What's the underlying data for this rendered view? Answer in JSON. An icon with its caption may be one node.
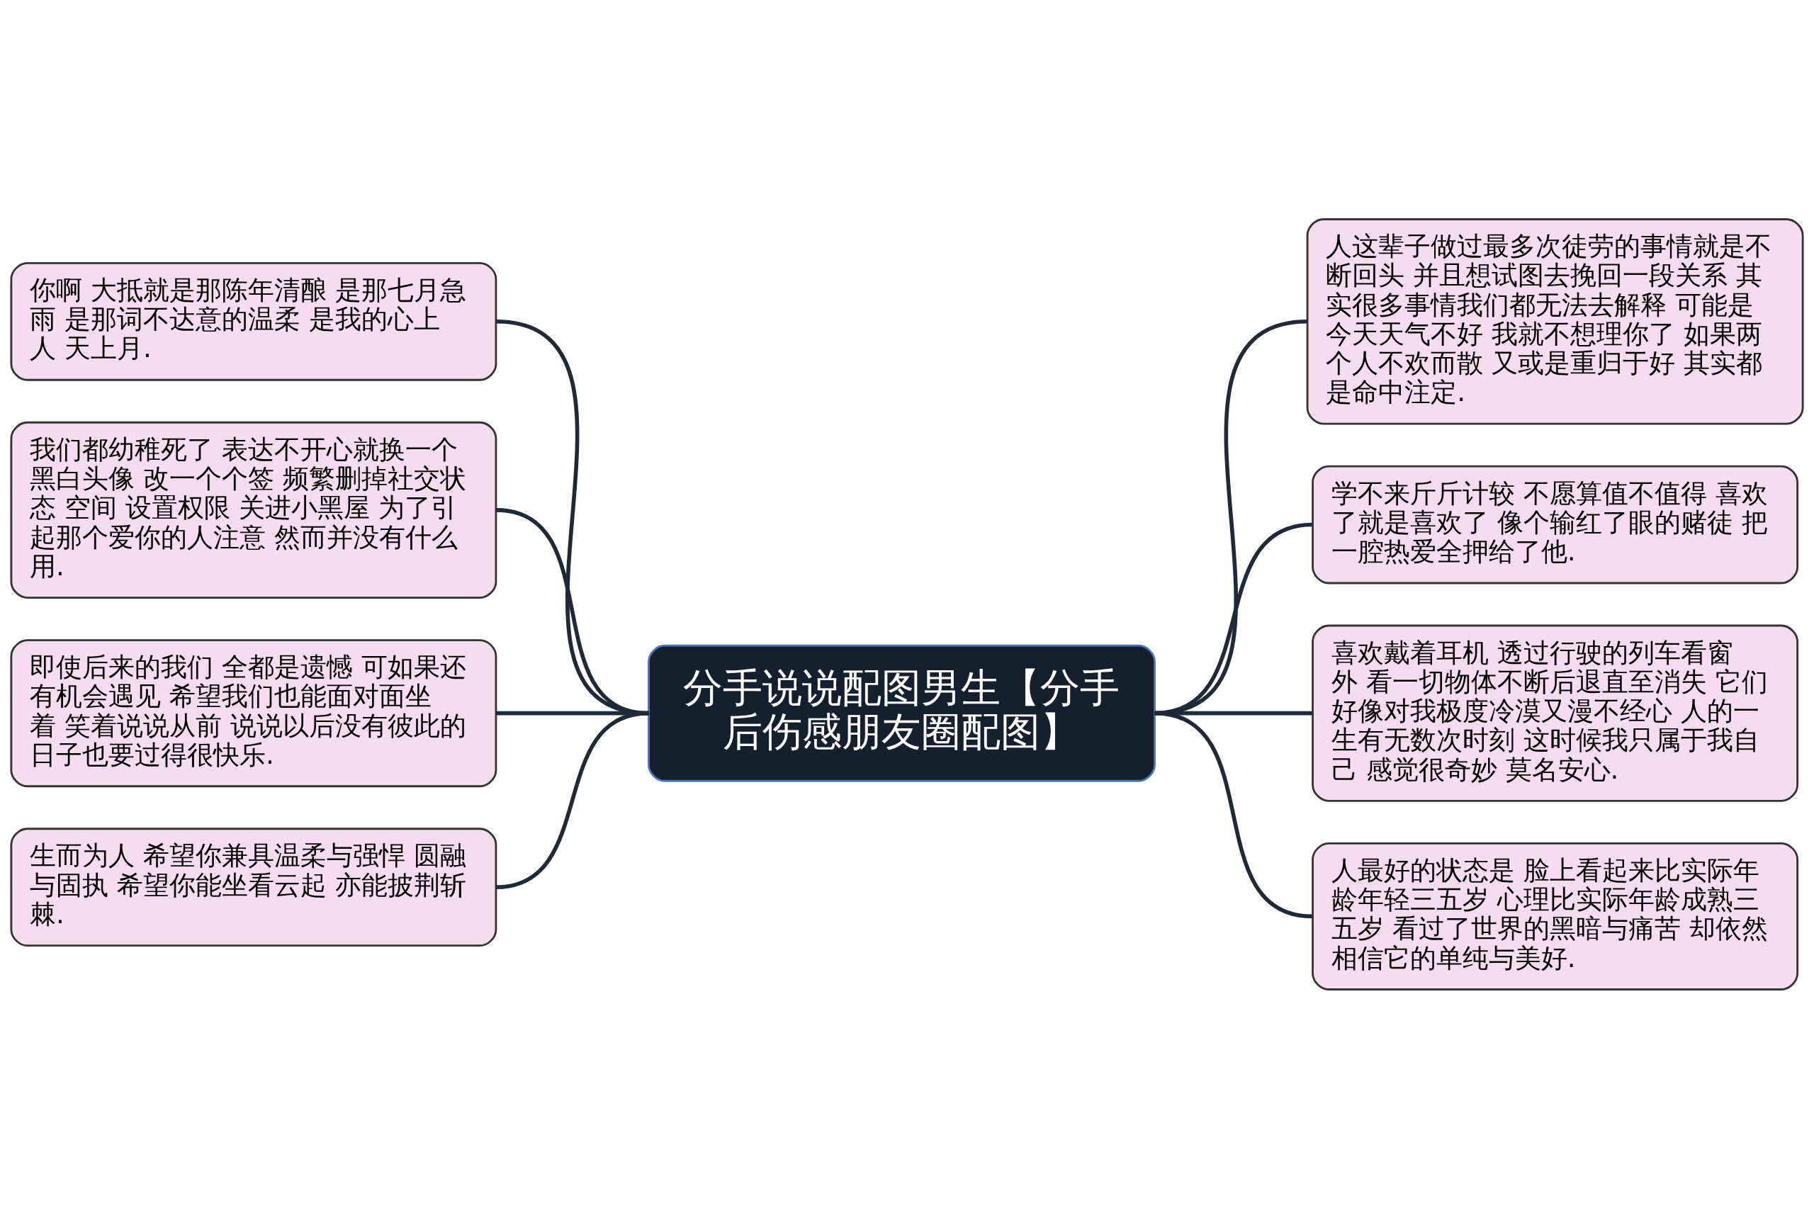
{
  "diagram": {
    "nodes": [
      {
        "text": [
          "分手说说配图男生【分手后伤感朋友圈配图】"
        ]
      },
      {
        "text": [
          "你啊 大抵就是那陈年清酿 是那七月急雨 是那词不达意的温柔 是我的心上人 天上月."
        ]
      },
      {
        "text": [
          "我们都幼稚死了 表达不开心就换一个黑白头像 改一个个签 频繁删掉社交状态 空间 设置权限 关进小黑屋 为了引起那个爱你的人注意 然而并没有什么用."
        ]
      },
      {
        "text": [
          "即使后来的我们 全都是遗憾 可如果还有机会遇见 希望我们也能面对面坐着 笑着说说从前 说说以后没有彼此的日子也要过得很快乐."
        ]
      },
      {
        "text": [
          "生而为人 希望你兼具温柔与强悍 圆融与固执 希望你能坐看云起 亦能披荆斩棘."
        ]
      },
      {
        "text": [
          "人这辈子做过最多次徒劳的事情就是不断回头 并且想试图去挽回一段关系 其实很多事情我们都无法去解释 可能是今天天气不好 我就不想理你了 如果两个人不欢而散 又或是重归于好 其实都是命中注定."
        ]
      },
      {
        "text": [
          "学不来斤斤计较 不愿算值不值得 喜欢了就是喜欢了 像个输红了眼的赌徒 把一腔热爱全押给了他."
        ]
      },
      {
        "text": [
          "喜欢戴着耳机 透过行驶的列车看窗外 看一切物体不断后退直至消失 它们好像对我极度冷漠又漫不经心 人的一生有无数次时刻 这时候我只属于我自己 感觉很奇妙 莫名安心."
        ]
      },
      {
        "text": [
          "人最好的状态是 脸上看起来比实际年龄年轻三五岁 心理比实际年龄成熟三五岁 看过了世界的黑暗与痛苦 却依然相信它的单纯与美好."
        ]
      }
    ],
    "edges": [
      {
        "from": 0,
        "to": 1,
        "arrow": "none"
      },
      {
        "from": 0,
        "to": 2,
        "arrow": "none"
      },
      {
        "from": 0,
        "to": 3,
        "arrow": "none"
      },
      {
        "from": 0,
        "to": 4,
        "arrow": "none"
      },
      {
        "from": 0,
        "to": 5,
        "arrow": "none"
      },
      {
        "from": 0,
        "to": 6,
        "arrow": "none"
      },
      {
        "from": 0,
        "to": 7,
        "arrow": "none"
      },
      {
        "from": 0,
        "to": 8,
        "arrow": "none"
      }
    ]
  }
}
